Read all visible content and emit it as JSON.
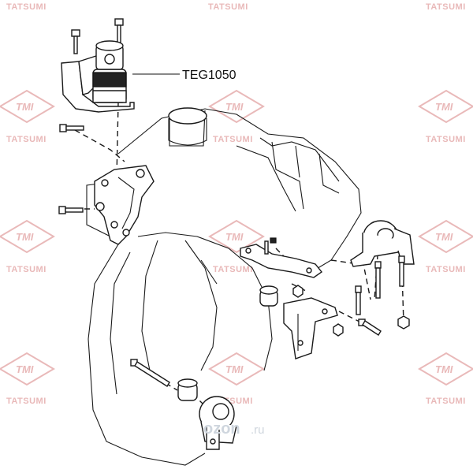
{
  "callout": {
    "part_number": "TEG1050"
  },
  "watermark": {
    "brand": "TATSUMI",
    "logo": "TMI",
    "color": "#e9b9b9"
  },
  "site_mark": {
    "name": "ozon",
    "suffix": ".ru"
  }
}
